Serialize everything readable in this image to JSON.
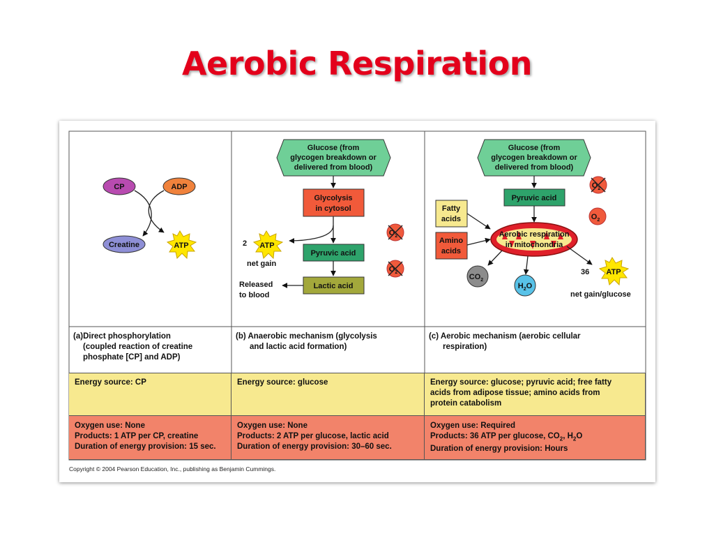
{
  "slide": {
    "title": "Aerobic Respiration"
  },
  "panel_a": {
    "cp": "CP",
    "adp": "ADP",
    "creatine": "Creatine",
    "atp": "ATP",
    "caption_tag": "(a)",
    "caption_line1": "Direct phosphorylation",
    "caption_line2": "(coupled reaction of creatine",
    "caption_line3": "phosphate [CP] and ADP)",
    "energy": "Energy source: CP",
    "oxygen": "Oxygen use: None",
    "products": "Products: 1 ATP per CP, creatine",
    "duration": "Duration of energy provision: 15 sec."
  },
  "panel_b": {
    "glucose_line1": "Glucose (from",
    "glucose_line2": "glycogen breakdown or",
    "glucose_line3": "delivered from blood)",
    "glycolysis_line1": "Glycolysis",
    "glycolysis_line2": "in cytosol",
    "atp_count": "2",
    "atp": "ATP",
    "net_gain": "net gain",
    "pyruvic": "Pyruvic acid",
    "lactic": "Lactic acid",
    "released_line1": "Released",
    "released_line2": "to blood",
    "o2": "O",
    "o2_sub": "2",
    "caption_tag": "(b)",
    "caption_line1": "Anaerobic mechanism (glycolysis",
    "caption_line2": "and lactic acid formation)",
    "energy": "Energy source: glucose",
    "oxygen": "Oxygen use: None",
    "products": "Products: 2 ATP per glucose, lactic acid",
    "duration": "Duration of energy provision: 30–60 sec."
  },
  "panel_c": {
    "glucose_line1": "Glucose (from",
    "glucose_line2": "glycogen breakdown or",
    "glucose_line3": "delivered from blood)",
    "pyruvic": "Pyruvic acid",
    "fatty_line1": "Fatty",
    "fatty_line2": "acids",
    "amino_line1": "Amino",
    "amino_line2": "acids",
    "aerobic_line1": "Aerobic respiration",
    "aerobic_line2": "in mitochondria",
    "co2": "CO",
    "co2_sub": "2",
    "h2o_h": "H",
    "h2o_sub": "2",
    "h2o_o": "O",
    "o2": "O",
    "o2_sub": "2",
    "atp_count": "36",
    "atp": "ATP",
    "net_gain": "net gain/glucose",
    "caption_tag": "(c)",
    "caption_line1": "Aerobic mechanism (aerobic cellular",
    "caption_line2": "respiration)",
    "energy_line1": "Energy source: glucose; pyruvic acid; free fatty",
    "energy_line2": "acids from adipose tissue; amino acids from",
    "energy_line3": "protein catabolism",
    "oxygen": "Oxygen use: Required",
    "products_pre": "Products: 36 ATP per glucose, CO",
    "products_sub1": "2",
    "products_mid": ", H",
    "products_sub2": "2",
    "products_post": "O",
    "duration": "Duration of energy provision: Hours"
  },
  "copyright": "Copyright © 2004 Pearson Education, Inc., publishing as Benjamin Cummings.",
  "colors": {
    "title": "#e3001b",
    "hexagon": "#6fcf97",
    "glycolysis": "#f15a3a",
    "pyruvic": "#2ea36b",
    "lactic": "#a3a83b",
    "cp": "#b84bb0",
    "adp": "#f0823c",
    "creatine": "#8e8fd6",
    "atp": "#ffe600",
    "energy_band": "#f7e98f",
    "oxygen_band": "#f2836a",
    "co2": "#8c8c8c",
    "h2o": "#58c2e8",
    "o2": "#f05a3c"
  }
}
